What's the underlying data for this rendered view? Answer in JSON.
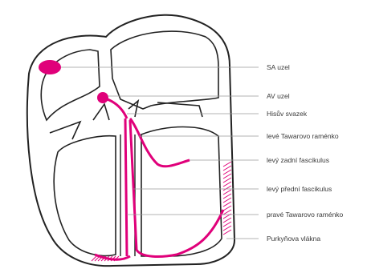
{
  "colors": {
    "conduction": "#e0007a",
    "outline": "#222222",
    "leader": "#9a9a9a",
    "text": "#3a3a3a"
  },
  "labels": [
    "SA uzel",
    "AV uzel",
    "Hisův svazek",
    "levé Tawarovo raménko",
    "levý zadní fascikulus",
    "levý přední fascikulus",
    "pravé Tawarovo raménko",
    "Purkyňova vlákna"
  ]
}
